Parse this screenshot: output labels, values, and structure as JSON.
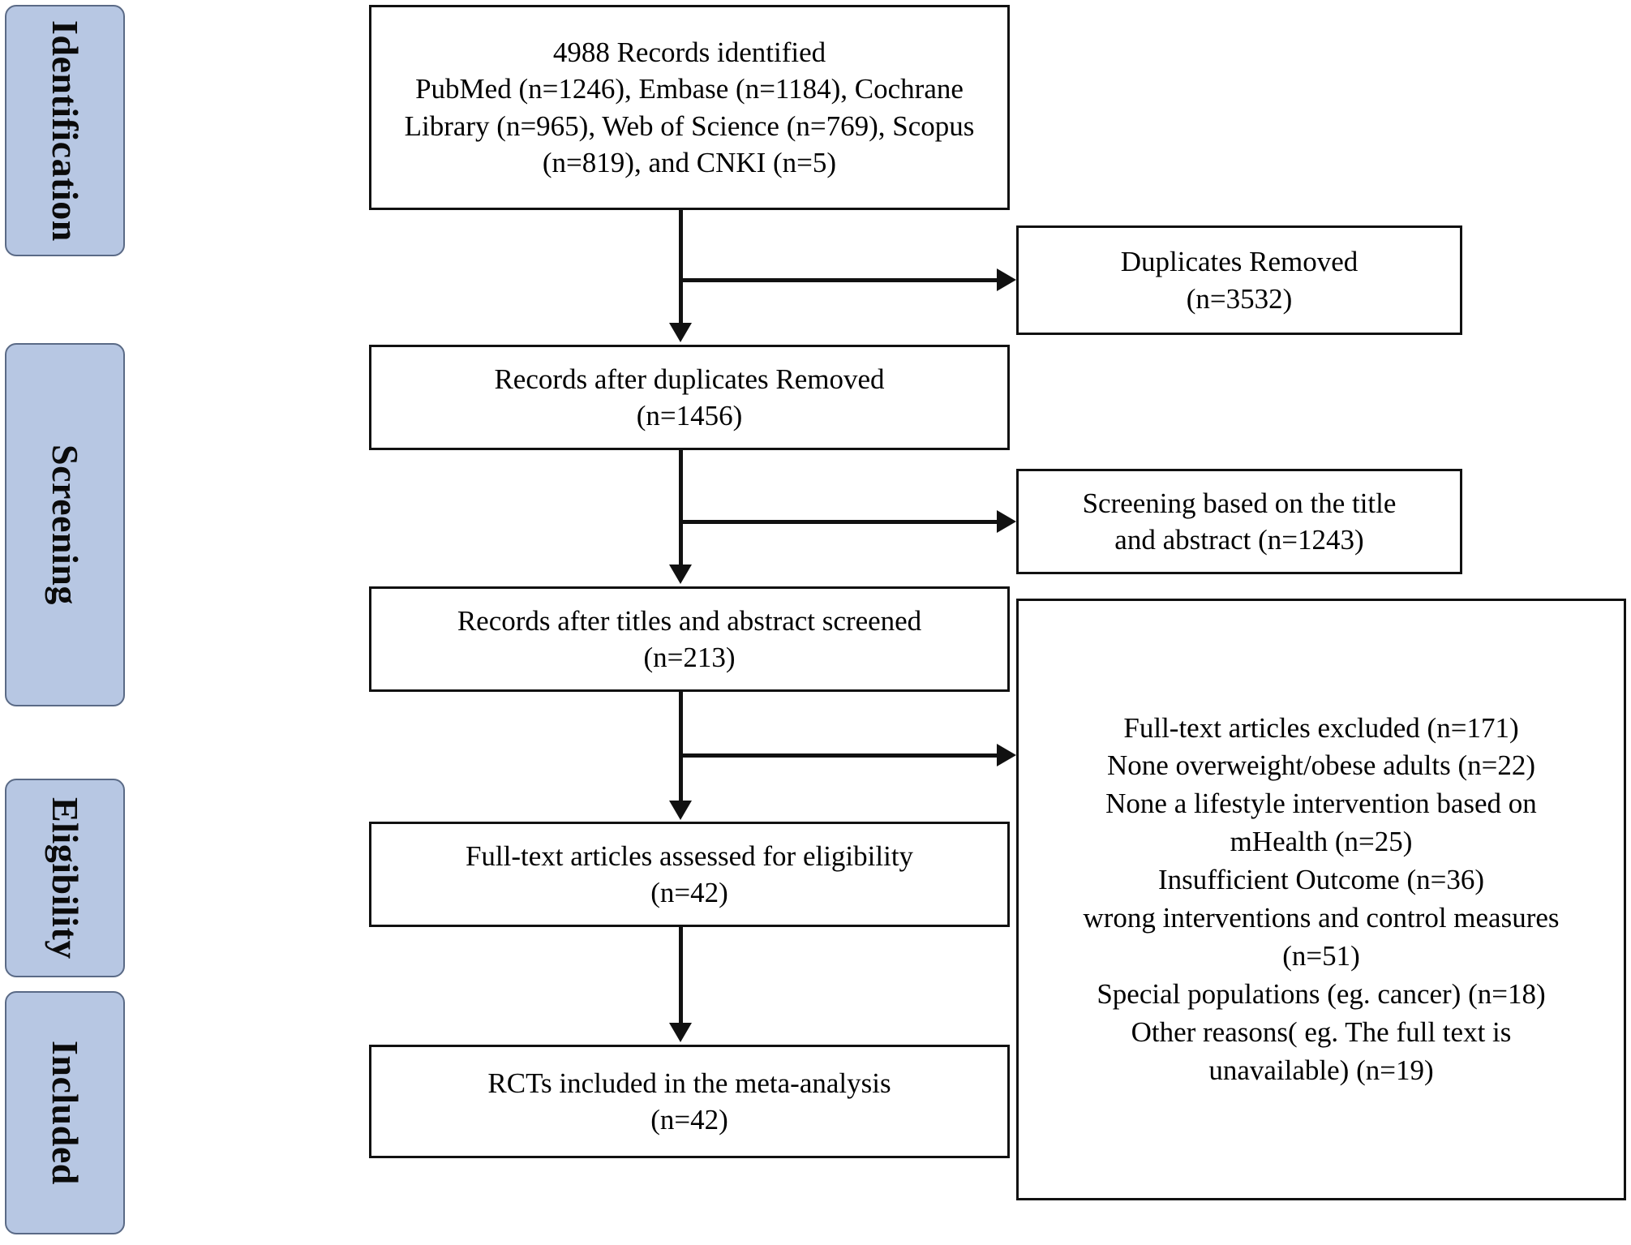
{
  "diagram": {
    "title": "PRISMA study selection flow diagram",
    "accent_color": "#b7c7e3",
    "accent_border_color": "#5a6a86",
    "line_color": "#111111",
    "box_border_color": "#111111",
    "background_color": "#ffffff"
  },
  "stages": [
    {
      "id": "identification",
      "label": "Identification"
    },
    {
      "id": "screening",
      "label": "Screening"
    },
    {
      "id": "eligibility",
      "label": "Eligibility"
    },
    {
      "id": "included",
      "label": "Included"
    }
  ],
  "flow": {
    "records_identified": {
      "id": "records-identified",
      "text": "4988 Records identified\nPubMed (n=1246), Embase (n=1184), Cochrane\nLibrary (n=965), Web of Science (n=769), Scopus\n(n=819), and CNKI (n=5)",
      "count": 4988,
      "sources": [
        {
          "name": "PubMed",
          "n": 1246
        },
        {
          "name": "Embase",
          "n": 1184
        },
        {
          "name": "Cochrane Library",
          "n": 965
        },
        {
          "name": "Web of Science",
          "n": 769
        },
        {
          "name": "Scopus",
          "n": 819
        },
        {
          "name": "CNKI",
          "n": 5
        }
      ]
    },
    "duplicates_removed": {
      "id": "duplicates-removed",
      "text": "Duplicates Removed\n(n=3532)",
      "count": 3532
    },
    "records_after_duplicates": {
      "id": "records-after-duplicates-removed",
      "text": "Records after duplicates Removed\n(n=1456)",
      "count": 1456
    },
    "screening_title_abstract": {
      "id": "screening-title-abstract",
      "text": "Screening based on the title\nand abstract (n=1243)",
      "count": 1243
    },
    "records_after_screening": {
      "id": "records-after-titles-and-abstract-screened",
      "text": "Records after titles and abstract screened\n(n=213)",
      "count": 213
    },
    "fulltext_assessed": {
      "id": "full-text-articles-assessed-for-eligibility",
      "text": "Full-text articles assessed for eligibility\n(n=42)",
      "count": 42
    },
    "rcts_included": {
      "id": "rcts-included-in-meta-analysis",
      "text": "RCTs included in the meta-analysis\n(n=42)",
      "count": 42
    },
    "exclusions": {
      "id": "full-text-articles-excluded",
      "text": "Full-text articles excluded (n=171)\nNone overweight/obese adults (n=22)\nNone a lifestyle intervention based on\nmHealth (n=25)\nInsufficient Outcome (n=36)\nwrong interventions and control measures\n(n=51)\nSpecial populations (eg. cancer) (n=18)\nOther reasons( eg. The full text is\nunavailable) (n=19)",
      "total": 171,
      "reasons": [
        {
          "reason": "None overweight/obese adults",
          "n": 22
        },
        {
          "reason": "None a lifestyle intervention based on mHealth",
          "n": 25
        },
        {
          "reason": "Insufficient Outcome",
          "n": 36
        },
        {
          "reason": "wrong interventions and control measures",
          "n": 51
        },
        {
          "reason": "Special populations (eg. cancer)",
          "n": 18
        },
        {
          "reason": "Other reasons( eg. The full text is unavailable)",
          "n": 19
        }
      ]
    }
  }
}
